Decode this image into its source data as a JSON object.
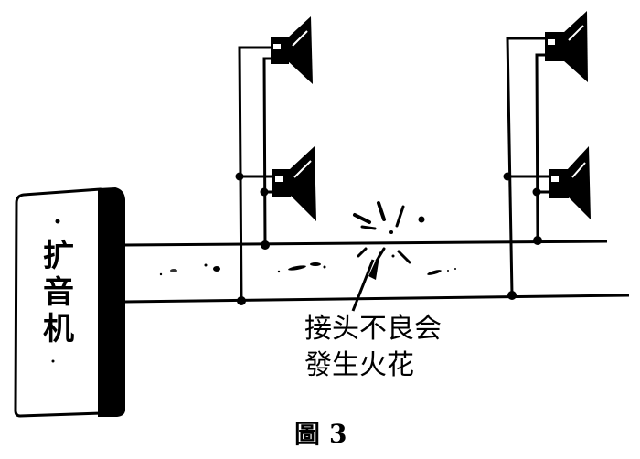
{
  "diagram": {
    "amplifier": {
      "label_chars": [
        "扩",
        "音",
        "机"
      ],
      "label": "扩音机"
    },
    "annotation": {
      "line1": "接头不良会",
      "line2": "發生火花"
    },
    "caption": {
      "figure_char": "圖",
      "number": "3"
    },
    "speaker_groups": [
      {
        "name": "left-group",
        "speakers": 2
      },
      {
        "name": "right-group",
        "speakers": 2
      }
    ],
    "colors": {
      "ink": "#000000",
      "paper": "#ffffff"
    }
  }
}
